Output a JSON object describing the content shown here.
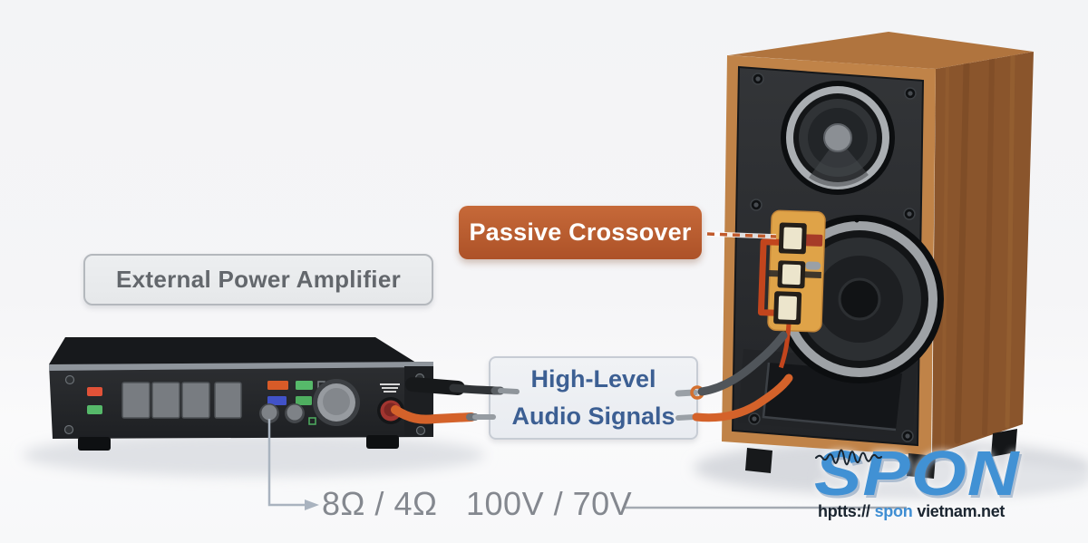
{
  "labels": {
    "amplifier": "External Power Amplifier",
    "crossover": "Passive Crossover",
    "signals_line1": "High-Level",
    "signals_line2": "Audio Signals",
    "impedance": "8Ω / 4Ω",
    "voltage": "100V / 70V"
  },
  "watermark": {
    "logo_text": "SPON",
    "url_prefix": "hptts://",
    "url_brand": "spon",
    "url_suffix": "vietnam.net"
  },
  "colors": {
    "crossover_bg": "#b8582c",
    "signals_text": "#3c5f93",
    "label_text": "#63676c",
    "annotation_text": "#84888f",
    "brand_blue": "#4191d4",
    "url_dark": "#1b2530",
    "cable_orange": "#d4622a",
    "cable_gray": "#50555a",
    "amp_body": "#26282b",
    "wood_front": "#c08348",
    "wood_side": "#8a552c",
    "wood_top": "#b0743e",
    "terminal_plate": "#dfa348",
    "terminal_wire": "#c2451d",
    "annotation_line": "#a9b3bf"
  }
}
